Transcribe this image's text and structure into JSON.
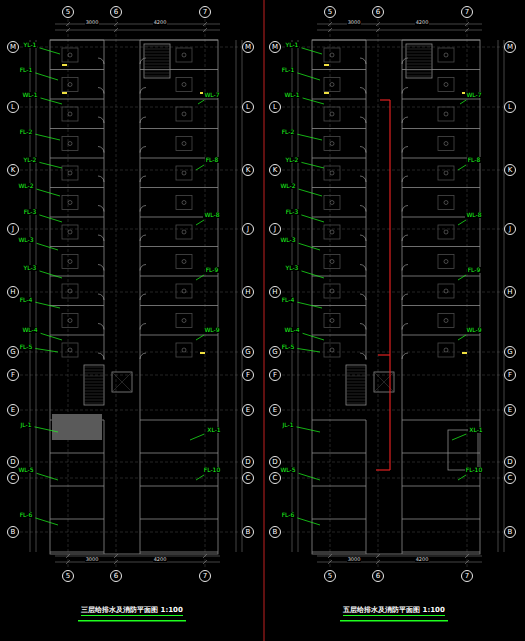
{
  "diagram": {
    "nodes": [
      {
        "text": [
          "5"
        ]
      },
      {
        "text": [
          "6"
        ]
      },
      {
        "text": [
          "7"
        ]
      },
      {
        "text": [
          "M"
        ]
      },
      {
        "text": [
          "L"
        ]
      },
      {
        "text": [
          "K"
        ]
      },
      {
        "text": [
          "J"
        ]
      },
      {
        "text": [
          "H"
        ]
      },
      {
        "text": [
          "G"
        ]
      },
      {
        "text": [
          "F"
        ]
      },
      {
        "text": [
          "E"
        ]
      },
      {
        "text": [
          "D"
        ]
      },
      {
        "text": [
          "C"
        ]
      },
      {
        "text": [
          "B"
        ]
      },
      {
        "text": [
          "M"
        ]
      },
      {
        "text": [
          "L"
        ]
      },
      {
        "text": [
          "K"
        ]
      },
      {
        "text": [
          "J"
        ]
      },
      {
        "text": [
          "H"
        ]
      },
      {
        "text": [
          "G"
        ]
      },
      {
        "text": [
          "F"
        ]
      },
      {
        "text": [
          "E"
        ]
      },
      {
        "text": [
          "D"
        ]
      },
      {
        "text": [
          "C"
        ]
      },
      {
        "text": [
          "B"
        ]
      },
      {
        "text": [
          "5"
        ]
      },
      {
        "text": [
          "6"
        ]
      },
      {
        "text": [
          "7"
        ]
      },
      {
        "text": [
          "5"
        ]
      },
      {
        "text": [
          "6"
        ]
      },
      {
        "text": [
          "7"
        ]
      },
      {
        "text": [
          "M"
        ]
      },
      {
        "text": [
          "L"
        ]
      },
      {
        "text": [
          "K"
        ]
      },
      {
        "text": [
          "J"
        ]
      },
      {
        "text": [
          "H"
        ]
      },
      {
        "text": [
          "G"
        ]
      },
      {
        "text": [
          "F"
        ]
      },
      {
        "text": [
          "E"
        ]
      },
      {
        "text": [
          "D"
        ]
      },
      {
        "text": [
          "C"
        ]
      },
      {
        "text": [
          "B"
        ]
      },
      {
        "text": [
          "M"
        ]
      },
      {
        "text": [
          "L"
        ]
      },
      {
        "text": [
          "K"
        ]
      },
      {
        "text": [
          "J"
        ]
      },
      {
        "text": [
          "H"
        ]
      },
      {
        "text": [
          "G"
        ]
      },
      {
        "text": [
          "F"
        ]
      },
      {
        "text": [
          "E"
        ]
      },
      {
        "text": [
          "D"
        ]
      },
      {
        "text": [
          "C"
        ]
      },
      {
        "text": [
          "B"
        ]
      },
      {
        "text": [
          "5"
        ]
      },
      {
        "text": [
          "6"
        ]
      },
      {
        "text": [
          "7"
        ]
      }
    ],
    "labels": [
      "三层给排水及消防平面图 1:100",
      "五层给排水及消防平面图 1:100",
      "3000",
      "4200",
      "3000",
      "4200",
      "3000",
      "4200",
      "3000",
      "4200",
      "YL-1",
      "FL-1",
      "WL-1",
      "FL-2",
      "YL-2",
      "WL-2",
      "FL-3",
      "WL-3",
      "YL-3",
      "FL-4",
      "WL-4",
      "FL-5",
      "WL-7",
      "FL-8",
      "WL-8",
      "FL-9",
      "JL-1",
      "XL-1",
      "WL-9",
      "FL-10",
      "WL-5",
      "FL-6",
      "YL-1",
      "FL-1",
      "WL-1",
      "FL-2",
      "YL-2",
      "WL-2",
      "FL-3",
      "WL-3",
      "YL-3",
      "FL-4",
      "WL-4",
      "FL-5",
      "WL-7",
      "FL-8",
      "WL-8",
      "FL-9",
      "JL-1",
      "XL-1",
      "WL-9",
      "FL-10",
      "WL-5",
      "FL-6"
    ]
  }
}
